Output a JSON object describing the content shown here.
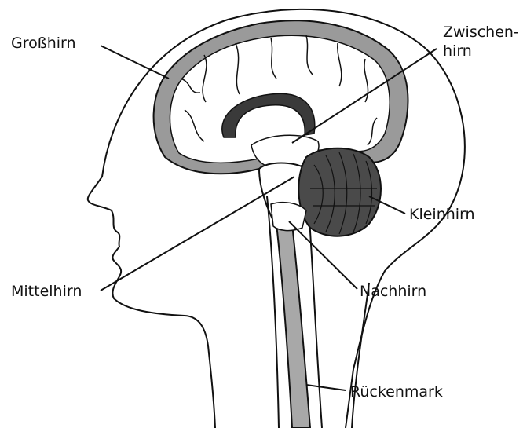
{
  "labels": {
    "grosshirn": "Großhirn",
    "zwischenhirn_line1": "Zwischen-",
    "zwischenhirn_line2": "hirn",
    "kleinhirn": "Kleinhirn",
    "mittelhirn": "Mittelhirn",
    "nachhirn": "Nachhirn",
    "rueckenmark": "Rückenmark"
  },
  "colors": {
    "outline": "#111111",
    "cortex_gray": "#9a9a9a",
    "corpus_callosum": "#3a3a3a",
    "cerebellum": "#4a4a4a",
    "spinal_cord": "#a8a8a8",
    "background": "#ffffff"
  }
}
